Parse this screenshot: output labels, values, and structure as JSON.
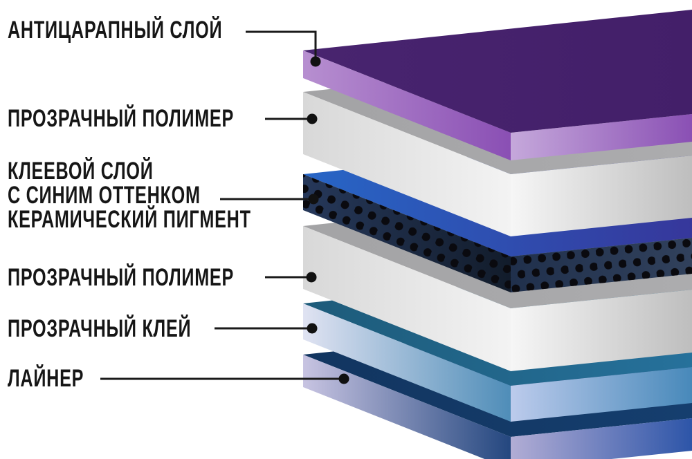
{
  "ui": {
    "background": "#ffffff",
    "text_color": "#161616",
    "leader_line_color": "#1a1a1a",
    "leader_dot_color": "#111111"
  },
  "labels": [
    {
      "name": "anti-scratch-layer",
      "lines": [
        "АНТИЦАРАПНЫЙ СЛОЙ"
      ]
    },
    {
      "name": "clear-polymer-upper",
      "lines": [
        "ПРОЗРАЧНЫЙ ПОЛИМЕР"
      ]
    },
    {
      "name": "ceramic-adhesive-layer",
      "lines": [
        "КЛЕЕВОЙ СЛОЙ",
        "С СИНИМ ОТТЕНКОМ",
        "КЕРАМИЧЕСКИЙ ПИГМЕНТ"
      ]
    },
    {
      "name": "clear-polymer-lower",
      "lines": [
        "ПРОЗРАЧНЫЙ ПОЛИМЕР"
      ]
    },
    {
      "name": "clear-adhesive-layer",
      "lines": [
        "ПРОЗРАЧНЫЙ КЛЕЙ"
      ]
    },
    {
      "name": "liner-layer",
      "lines": [
        "ЛАЙНЕР"
      ]
    }
  ],
  "layers": [
    {
      "id": "anti-scratch",
      "label": "АНТИЦАРАПНЫЙ СЛОЙ",
      "colors": {
        "top_from": "#48246F",
        "top_to": "#431F69",
        "front_left_from": "#B78FD0",
        "front_left_to": "#8A4FB4",
        "front_right_from": "#C5A8DB",
        "front_right_to": "#8A50B4"
      }
    },
    {
      "id": "clear-polymer-top",
      "label": "ПРОЗРАЧНЫЙ ПОЛИМЕР",
      "colors": {
        "top_from": "#A3A3A5",
        "top_to": "#ACACAE",
        "front_left_from": "#D8D8D8",
        "front_left_to": "#F3F3F3",
        "front_right_from": "#F6F6F6",
        "front_right_to": "#BEBEBE"
      }
    },
    {
      "id": "ceramic-adhesive",
      "label": "КЛЕЕВОЙ СЛОЙ С СИНИМ ОТТЕНКОМ КЕРАМИЧЕСКИЙ ПИГМЕНТ",
      "colors": {
        "top_from": "#2766C6",
        "top_to": "#36379B",
        "front_left_from": "#26385A",
        "front_left_to": "#121C2B",
        "front_right_from": "#20304C",
        "front_right_to": "#31415C",
        "dots": "#0A0A0F"
      }
    },
    {
      "id": "clear-polymer-bottom",
      "label": "ПРОЗРАЧНЫЙ ПОЛИМЕР",
      "colors": {
        "top_from": "#A3A3A5",
        "top_to": "#ACACAE",
        "front_left_from": "#D8D8D8",
        "front_left_to": "#F3F3F3",
        "front_right_from": "#F6F6F6",
        "front_right_to": "#BEBEBE"
      }
    },
    {
      "id": "clear-adhesive",
      "label": "ПРОЗРАЧНЫЙ КЛЕЙ",
      "colors": {
        "top_from": "#1D5B7A",
        "top_to": "#26719B",
        "front_left_from": "#E0E3F2",
        "front_left_to": "#4F8DB8",
        "front_right_from": "#BCCBEC",
        "front_right_to": "#4889BA"
      }
    },
    {
      "id": "liner",
      "label": "ЛАЙНЕР",
      "colors": {
        "top_from": "#123560",
        "top_to": "#153E6E",
        "front_left_from": "#C8C4E2",
        "front_left_to": "#24477F",
        "front_right_from": "#B2ADD5",
        "front_right_to": "#2D55A8"
      }
    }
  ]
}
